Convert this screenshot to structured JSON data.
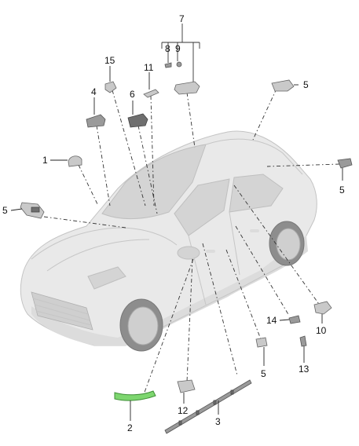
{
  "callouts": [
    {
      "id": "c1",
      "label": "1"
    },
    {
      "id": "c2",
      "label": "2"
    },
    {
      "id": "c3",
      "label": "3"
    },
    {
      "id": "c4",
      "label": "4"
    },
    {
      "id": "c5a",
      "label": "5"
    },
    {
      "id": "c5b",
      "label": "5"
    },
    {
      "id": "c5c",
      "label": "5"
    },
    {
      "id": "c5d",
      "label": "5"
    },
    {
      "id": "c6",
      "label": "6"
    },
    {
      "id": "c7",
      "label": "7"
    },
    {
      "id": "c8",
      "label": "8"
    },
    {
      "id": "c9",
      "label": "9"
    },
    {
      "id": "c10",
      "label": "10"
    },
    {
      "id": "c11",
      "label": "11"
    },
    {
      "id": "c12",
      "label": "12"
    },
    {
      "id": "c13",
      "label": "13"
    },
    {
      "id": "c14",
      "label": "14"
    },
    {
      "id": "c15",
      "label": "15"
    }
  ],
  "colors": {
    "highlight_part": "#7dd66f",
    "vehicle_body": "#e9e9e9",
    "parts": "#9a9a9a"
  }
}
